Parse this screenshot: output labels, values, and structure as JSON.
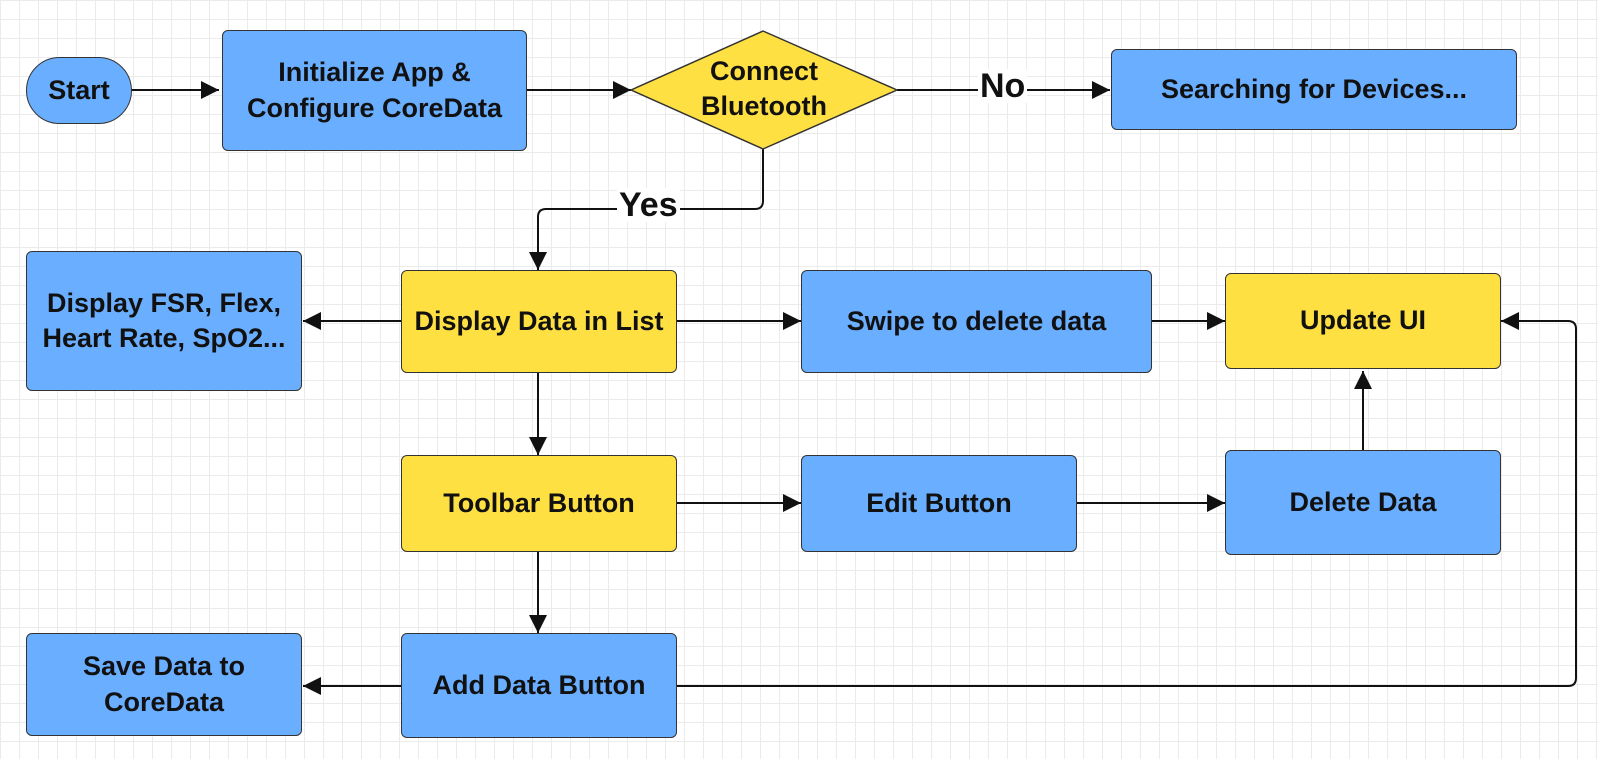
{
  "colors": {
    "process_fill": "#6aaeff",
    "highlight_fill": "#ffe043",
    "decision_fill": "#ffe043",
    "stroke": "#111111"
  },
  "nodes": {
    "start": "Start",
    "init": "Initialize App & Configure CoreData",
    "connect": "Connect Bluetooth",
    "searching": "Searching for Devices...",
    "display_list": "Display Data in List",
    "display_fsr": "Display FSR, Flex, Heart Rate, SpO2...",
    "swipe": "Swipe to delete data",
    "update_ui": "Update UI",
    "toolbar": "Toolbar Button",
    "edit": "Edit Button",
    "delete": "Delete Data",
    "add": "Add Data Button",
    "save": "Save Data to CoreData"
  },
  "edge_labels": {
    "no": "No",
    "yes": "Yes"
  }
}
